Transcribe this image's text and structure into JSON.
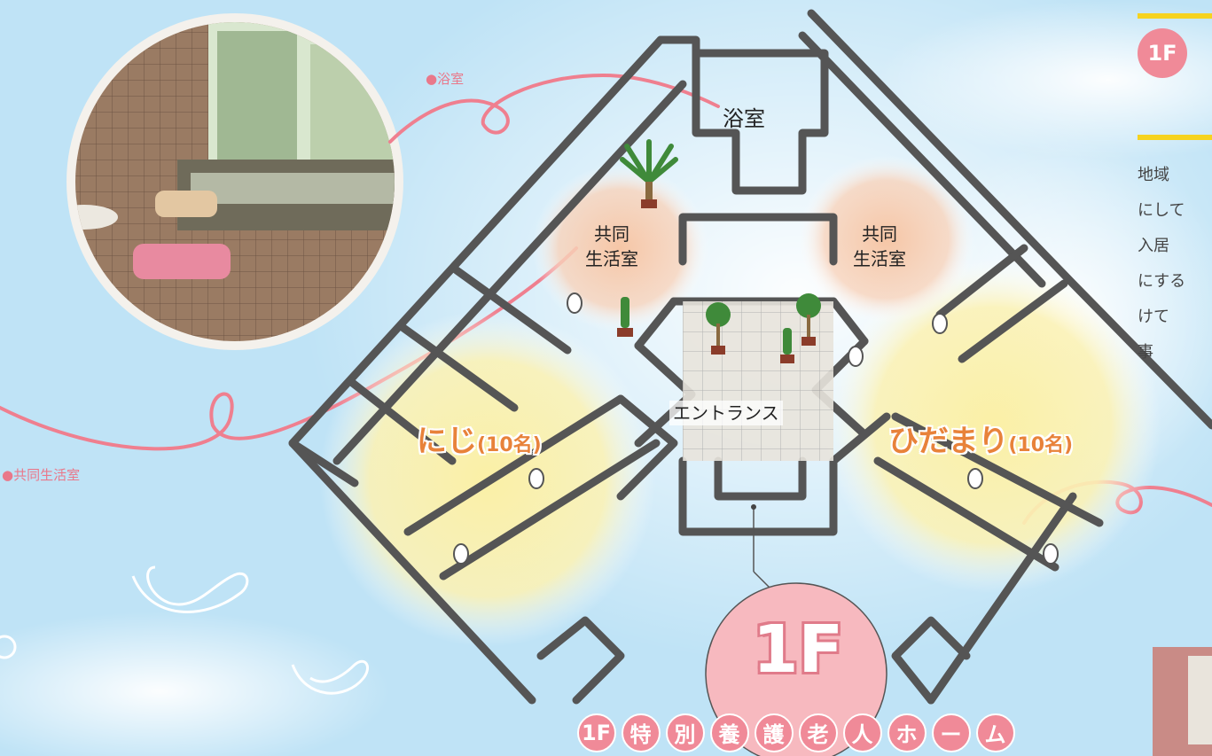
{
  "photo_captions": {
    "bath": "浴室",
    "living": "共同生活室"
  },
  "rooms": {
    "bath": "浴室",
    "living_left": "共同\n生活室",
    "living_right": "共同\n生活室",
    "entrance": "エントランス"
  },
  "units": {
    "left_name": "にじ",
    "left_count": "(10名)",
    "right_name": "ひだまり",
    "right_count": "(10名)"
  },
  "floor_badge": "1F",
  "banner_chars": [
    "1F",
    "特",
    "別",
    "養",
    "護",
    "老",
    "人",
    "ホ",
    "ー",
    "ム"
  ],
  "side_badge": "1F",
  "side_text_lines": "地域\nにして\n入居\nにする\nけて\n事",
  "colors": {
    "background": "#bfe3f6",
    "accent_pink": "#f08a98",
    "unit_yellow": "#fbf0a6",
    "living_peach": "#f6c6a6",
    "wall": "#555555",
    "label_orange": "#e8823a"
  }
}
